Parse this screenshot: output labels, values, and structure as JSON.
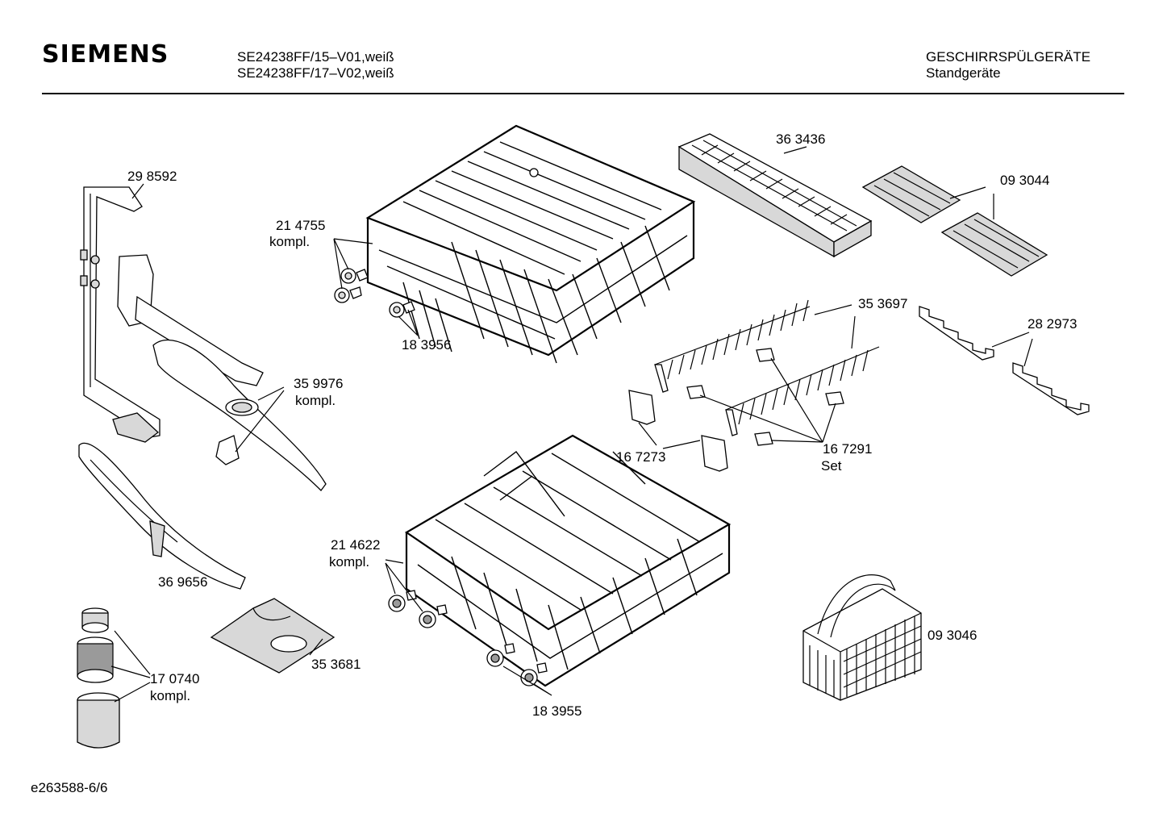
{
  "header": {
    "brand": "SIEMENS",
    "model_line_1": "SE24238FF/15–V01,weiß",
    "model_line_2": "SE24238FF/17–V02,weiß",
    "category": "GESCHIRRSPÜLGERÄTE",
    "subcategory": "Standgeräte"
  },
  "parts": [
    {
      "id": "298592",
      "number": "29 8592",
      "note": ""
    },
    {
      "id": "214755",
      "number": "21 4755",
      "note": "kompl."
    },
    {
      "id": "183956",
      "number": "18 3956",
      "note": ""
    },
    {
      "id": "363436",
      "number": "36 3436",
      "note": ""
    },
    {
      "id": "093044",
      "number": "09 3044",
      "note": ""
    },
    {
      "id": "353697",
      "number": "35 3697",
      "note": ""
    },
    {
      "id": "282973",
      "number": "28 2973",
      "note": ""
    },
    {
      "id": "359976",
      "number": "35 9976",
      "note": "kompl."
    },
    {
      "id": "167273",
      "number": "16 7273",
      "note": ""
    },
    {
      "id": "167291",
      "number": "16 7291",
      "note": "Set"
    },
    {
      "id": "214622",
      "number": "21 4622",
      "note": "kompl."
    },
    {
      "id": "369656",
      "number": "36 9656",
      "note": ""
    },
    {
      "id": "353681",
      "number": "35 3681",
      "note": ""
    },
    {
      "id": "170740",
      "number": "17 0740",
      "note": "kompl."
    },
    {
      "id": "183955",
      "number": "18 3955",
      "note": ""
    },
    {
      "id": "093046",
      "number": "09 3046",
      "note": ""
    }
  ],
  "footer": {
    "drawing_code": "e263588-6/6"
  }
}
